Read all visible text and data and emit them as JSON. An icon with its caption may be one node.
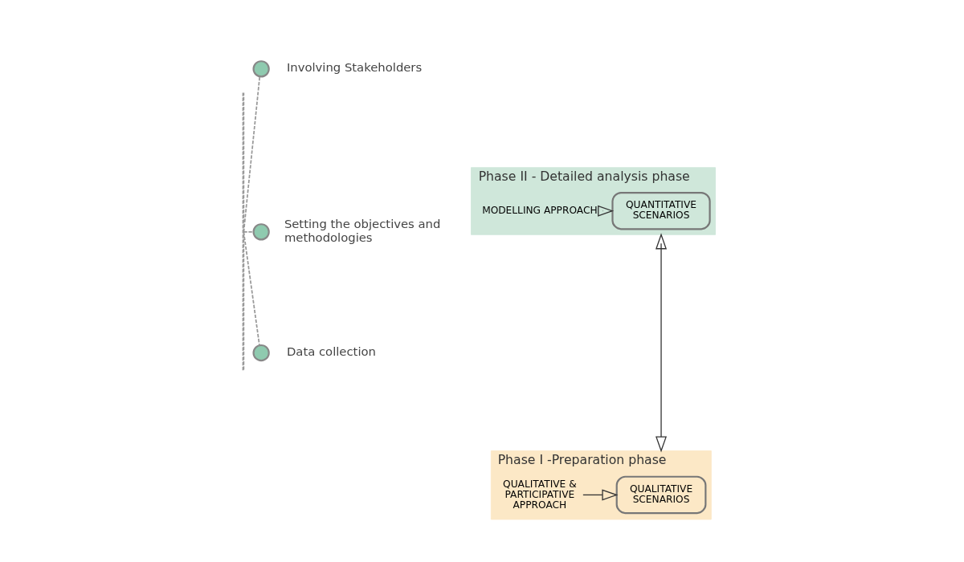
{
  "diagram": {
    "nodes": [
      {
        "text": [],
        "shape": "bar"
      },
      {
        "text": [],
        "shape": "circle",
        "beside": [
          "Involving Stakeholders"
        ]
      },
      {
        "text": [],
        "shape": "circle",
        "beside": [
          "Setting the objectives and methodologies"
        ]
      },
      {
        "text": [],
        "shape": "circle",
        "beside": [
          "Data collection"
        ]
      },
      {
        "text": [
          "Phase I -Preparation phase"
        ]
      },
      {
        "text": [
          "QUALITATIVE & PARTICIPATIVE APPROACH"
        ],
        "in": 4
      },
      {
        "text": [
          "QUALITATIVE SCENARIOS"
        ],
        "in": 4
      },
      {
        "text": [
          "Phase II - Detailed analysis phase"
        ]
      },
      {
        "text": [
          "MODELLING APPROACH"
        ],
        "in": 7
      },
      {
        "text": [
          "QUANTITATIVE SCENARIOS"
        ],
        "in": 7
      }
    ],
    "edges": [
      {
        "from": 0,
        "to": 1,
        "arrow": "none",
        "style": "dashed"
      },
      {
        "from": 0,
        "to": 2,
        "arrow": "none",
        "style": "dashed"
      },
      {
        "from": 0,
        "to": 3,
        "arrow": "none",
        "style": "dashed"
      },
      {
        "from": 5,
        "to": 6,
        "arrow": "to",
        "color": "#333333"
      },
      {
        "from": 4,
        "to": 7,
        "arrow": "both",
        "color": "#333333"
      },
      {
        "from": 8,
        "to": 9,
        "arrow": "to",
        "color": "#333333"
      }
    ]
  }
}
